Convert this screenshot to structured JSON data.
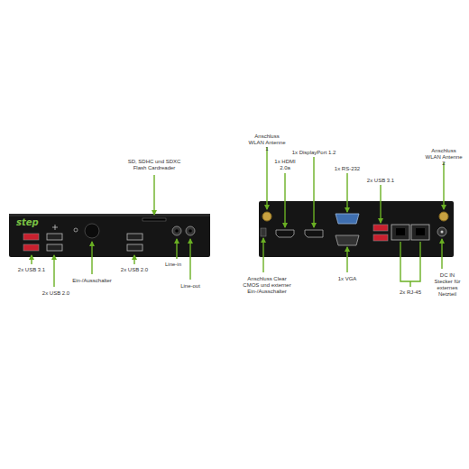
{
  "diagram": {
    "labels": [
      "SD, SDHC und SDXC Flash Cardreader",
      "2x USB 3.1",
      "2x USB 2.0",
      "Ein-/Ausschalter",
      "2x USB 2.0",
      "Line-in",
      "Line-out",
      "Anschluss WLAN Antenne 1",
      "1x HDMI 2.0a",
      "1x DisplayPort 1.2",
      "1x RS-232",
      "2x USB 3.1",
      "Anschluss WLAN Antenne 2",
      "Anschluss Clear CMOS und externer Ein-/Ausschalter",
      "1x VGA",
      "2x RJ-45",
      "DC IN Stecker für externes Netzteil",
      "step"
    ]
  }
}
